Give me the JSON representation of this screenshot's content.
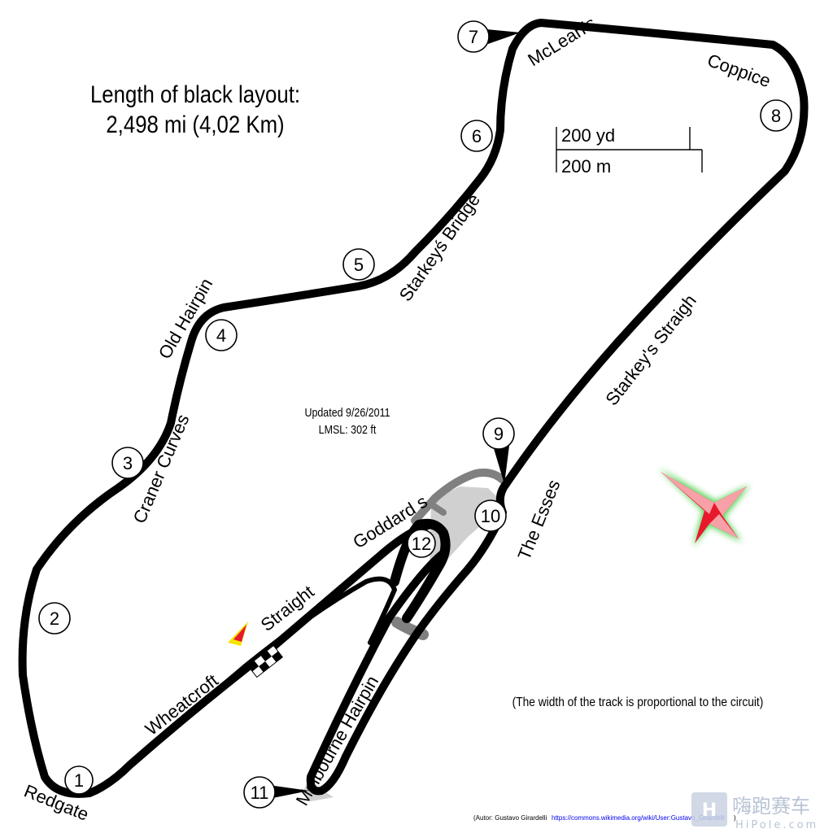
{
  "header": {
    "length_line1": "Length of black layout:",
    "length_line2": "2,498 mi (4,02 Km)"
  },
  "info": {
    "updated": "Updated 9/26/2011",
    "lmsl": "LMSL: 302 ft",
    "width_note": "(The width of the track is proportional to the circuit)"
  },
  "scale": {
    "yd_label": "200 yd",
    "m_label": "200 m"
  },
  "corners": {
    "redgate": "Redgate",
    "craner_curves": "Craner Curves",
    "old_hairpin": "Old Hairpin",
    "starkeys_bridge": "Starkeyś Bridge",
    "mcleans": "McLean's",
    "coppice": "Coppice",
    "starkeys_straight": "Starkey's Straigh",
    "the_esses": "The Esses",
    "goddards": "Goddard s",
    "melbourne_hairpin": "Melbourne Hairpin",
    "wheatcroft": "Wheatcroft",
    "straight": "Straight"
  },
  "turn_numbers": [
    "1",
    "2",
    "3",
    "4",
    "5",
    "6",
    "7",
    "8",
    "9",
    "10",
    "11",
    "12"
  ],
  "credit": {
    "author": "(Autor: Gustavo Girardelli",
    "url": "https://commons.wikimedia.org/wiki/User:Gustavo_Girardelli",
    "close": ")"
  },
  "watermark": {
    "cn": "嗨跑赛车",
    "en": "HiPole.com"
  },
  "colors": {
    "track": "#000000",
    "alt_track": "#808080",
    "runoff": "#c8c8c8",
    "compass_red": "#e8192c",
    "compass_green": "#3ccc3c",
    "flag_red": "#e8192c",
    "flag_yellow": "#f5e400",
    "link": "#0000ee",
    "watermark": "#b8c4d4"
  }
}
